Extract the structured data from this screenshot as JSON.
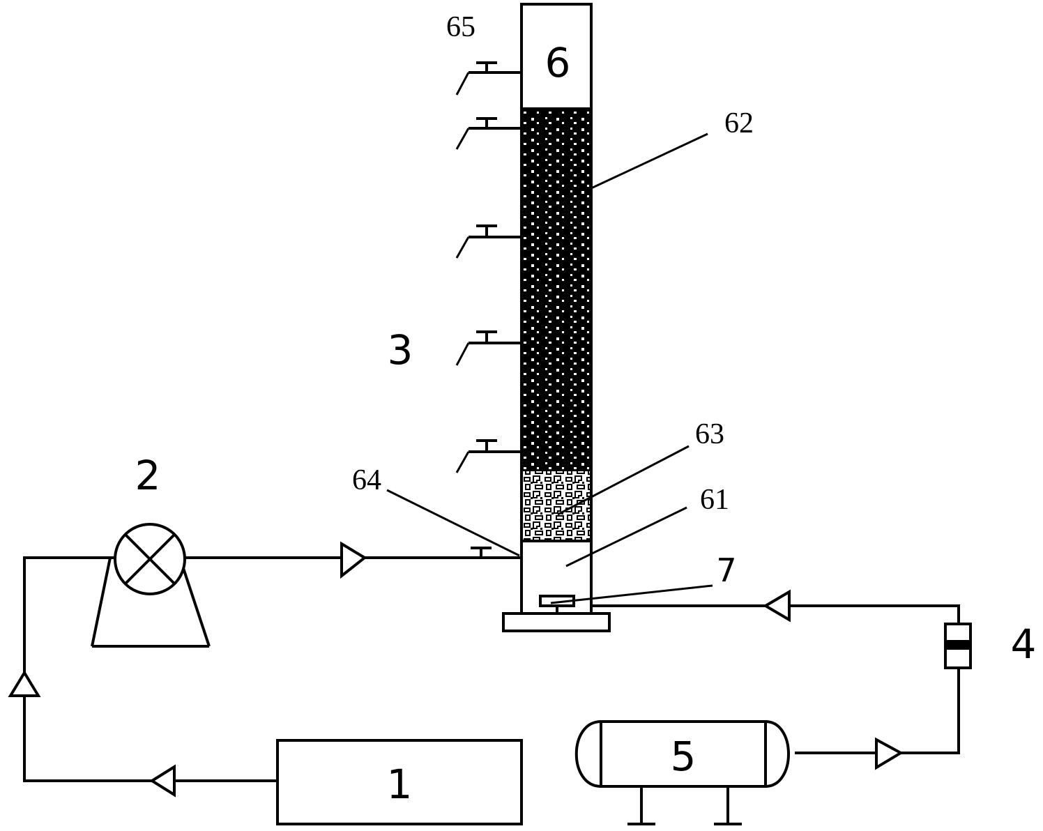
{
  "components": {
    "storage_tank": "1",
    "pump": "2",
    "sampling_ports": "3",
    "flowmeter": "4",
    "air_compressor": "5",
    "reactor_column": "6",
    "aerator": "7"
  },
  "reference_labels": {
    "bottom_chamber": "61",
    "packing_layer": "62",
    "support_layer": "63",
    "inlet": "64",
    "outlet": "65"
  }
}
